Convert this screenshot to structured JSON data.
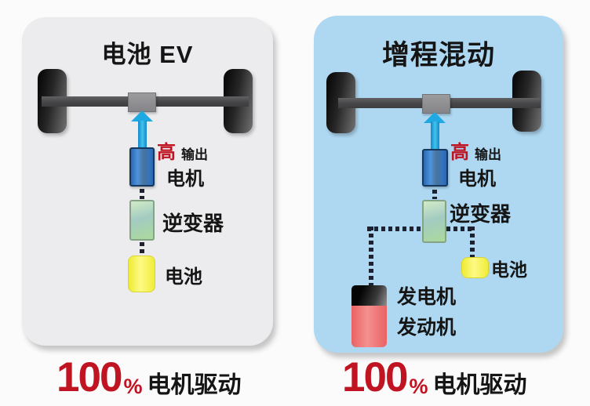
{
  "panels": [
    {
      "title": "电池 EV",
      "high_label": "高",
      "output_label": "输出",
      "motor_label": "电机",
      "inverter_label": "逆变器",
      "battery_label": "电池",
      "caption": {
        "number": "100",
        "percent": "%",
        "label": "电机驱动"
      }
    },
    {
      "title": "增程混动",
      "high_label": "高",
      "output_label": "输出",
      "motor_label": "电机",
      "inverter_label": "逆变器",
      "battery_label": "电池",
      "generator_label": "发电机",
      "engine_label": "发动机",
      "caption": {
        "number": "100",
        "percent": "%",
        "label": "电机驱动"
      }
    }
  ],
  "colors": {
    "page_bg": "#fbfbfb",
    "panel_left_bg": "#ececee",
    "panel_right_bg": "#aed8f2",
    "arrow_cyan": "#1fa9e2",
    "motor_blue": "#2d72ba",
    "inverter_green": "#b7dcab",
    "battery_yellow": "#f4ef3e",
    "generator_dark": "#1a1a1a",
    "engine_red": "#ee6a6a",
    "accent_red": "#c01423",
    "connector_dark": "#1e2230",
    "text_black": "#151515"
  }
}
